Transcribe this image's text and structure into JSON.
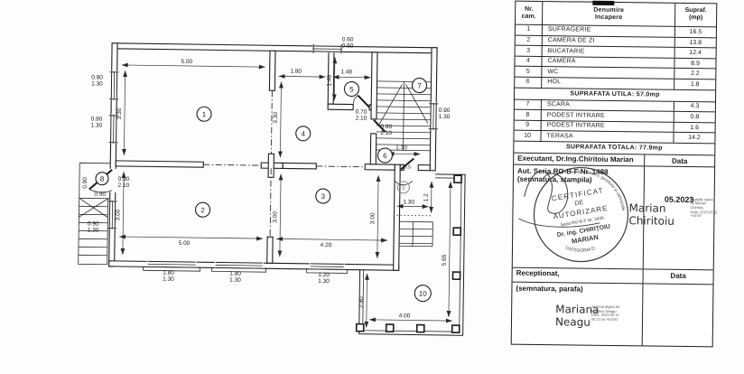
{
  "plan": {
    "room_numbers": [
      "1",
      "2",
      "3",
      "4",
      "5",
      "6",
      "7",
      "8",
      "9",
      "10"
    ],
    "dims": {
      "room1_w": "5.00",
      "room1_h": "3.30",
      "top_win_w": "0.60",
      "top_win_h": "0.60",
      "room4_w": "1.80",
      "room4_h": "3.30",
      "wc_w": "1.48",
      "wc_h": "1.48",
      "wc_door_w": "0.70",
      "wc_door_h": "2.10",
      "stair_door_w": "0.80",
      "stair_door_h": "2.10",
      "stair_win_w": "0.90",
      "stair_win_h": "1.30",
      "lwin1_w": "0.90",
      "lwin1_h": "1.30",
      "lwin2_w": "0.90",
      "lwin2_h": "1.30",
      "lwin3_w": "0.90",
      "lwin3_h": "1.30",
      "p8_side": "0.90",
      "p8_door_w": "0.90",
      "p8_door_h": "2.10",
      "p8_w": "0.90",
      "room2_w": "5.00",
      "room2_h": "3.00",
      "room3_w": "4.20",
      "room3_h_l": "3.00",
      "room3_h_r": "3.00",
      "bwin1_w": "1.80",
      "bwin1_h": "1.30",
      "bwin2_w": "1.80",
      "bwin2_h": "1.30",
      "bwin3_w": "1.20",
      "bwin3_h": "1.30",
      "hol_w": "1.30",
      "exit_door": "0.5",
      "p9_w": "1.30",
      "p9_d": "1.2",
      "ter_len": "5.65",
      "ter_d": "2.40",
      "ter_w": "4.00"
    }
  },
  "table": {
    "header": {
      "col1a": "Nr.",
      "col1b": "cam.",
      "col2a": "Denumire",
      "col2b": "Incapere",
      "col3a": "Supraf.",
      "col3b": "(mp)"
    },
    "rows": [
      {
        "nr": "1",
        "name": "SUFRAGERIE",
        "area": "16.5"
      },
      {
        "nr": "2",
        "name": "CAMERA DE ZI",
        "area": "13.8"
      },
      {
        "nr": "3",
        "name": "BUCATARIE",
        "area": "12.4"
      },
      {
        "nr": "4",
        "name": "CAMERA",
        "area": "8.9"
      },
      {
        "nr": "5",
        "name": "WC",
        "area": "2.2"
      },
      {
        "nr": "6",
        "name": "HOL",
        "area": "1.8"
      }
    ],
    "utila": "SUPRAFATA  UTILA: 57.0mp",
    "rows2": [
      {
        "nr": "7",
        "name": "SCARA",
        "area": "4.3"
      },
      {
        "nr": "8",
        "name": "PODEST INTRARE",
        "area": "0.8"
      },
      {
        "nr": "9",
        "name": "PODEST INTRARE",
        "area": "1.6"
      },
      {
        "nr": "10",
        "name": "TERASA",
        "area": "14.2"
      }
    ],
    "totala": "SUPRAFATA TOTALA: 77.9mp"
  },
  "signoff": {
    "executant": "Executant,   Dr.Ing.Chiritoiu Marian",
    "data_label": "Data",
    "aut_line1": "Aut. Seria RO-B-F Nr. 1488",
    "aut_line2": "(semnatura, stampila)",
    "date": "05.2023",
    "stamp": {
      "l1": "CERTIFICAT",
      "l2": "DE",
      "l3": "AUTORIZARE",
      "l4": "Seria RO-B-F Nr. 1439",
      "l5": "Dr. ing. CHIRIȚOIU",
      "l6": "MARIAN",
      "arc": "de cadastru, geodezie si cartografie",
      "arc2": "CATEGORIA D"
    },
    "sig1": {
      "n1": "Marian",
      "n2": "Chiritoiu",
      "note1": "Digitally signed",
      "note2": "by Marian",
      "note3": "Chiritoiu",
      "note4": "Date: 2023.05.11",
      "note5": "+03'00'"
    },
    "receptionat": "Receptionat,",
    "data_label2": "Data",
    "semnatura": "(semnatura, parafa)",
    "sig2": {
      "n1": "Mariana",
      "n2": "Neagu",
      "note1": "Semnat digital de",
      "note2": "Mariana Neagu",
      "note3": "Data: 2023.05.11",
      "note4": "06:12:46 +03'00'"
    }
  }
}
